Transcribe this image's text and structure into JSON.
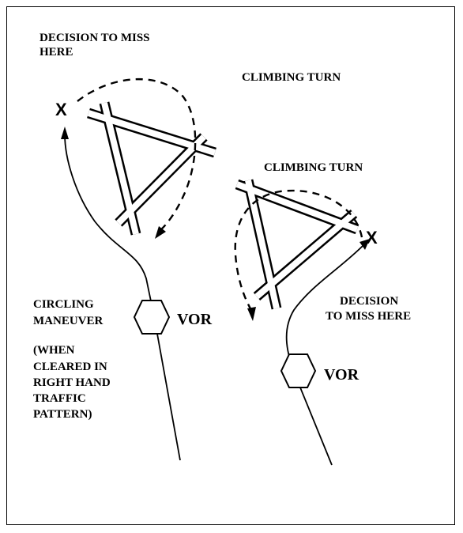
{
  "labels": {
    "left_decision_line1": "DECISION TO MISS",
    "left_decision_line2": "HERE",
    "climbing_turn_upper": "CLIMBING TURN",
    "climbing_turn_lower": "CLIMBING TURN",
    "right_decision_line1": "DECISION",
    "right_decision_line2": "TO MISS HERE",
    "circling_line1": "CIRCLING",
    "circling_line2": "MANEUVER",
    "note_line1": "(WHEN",
    "note_line2": "CLEARED IN",
    "note_line3": "RIGHT HAND",
    "note_line4": "TRAFFIC",
    "note_line5": "PATTERN)",
    "vor_left": "VOR",
    "vor_right": "VOR",
    "x_left": "X",
    "x_right": "X"
  }
}
